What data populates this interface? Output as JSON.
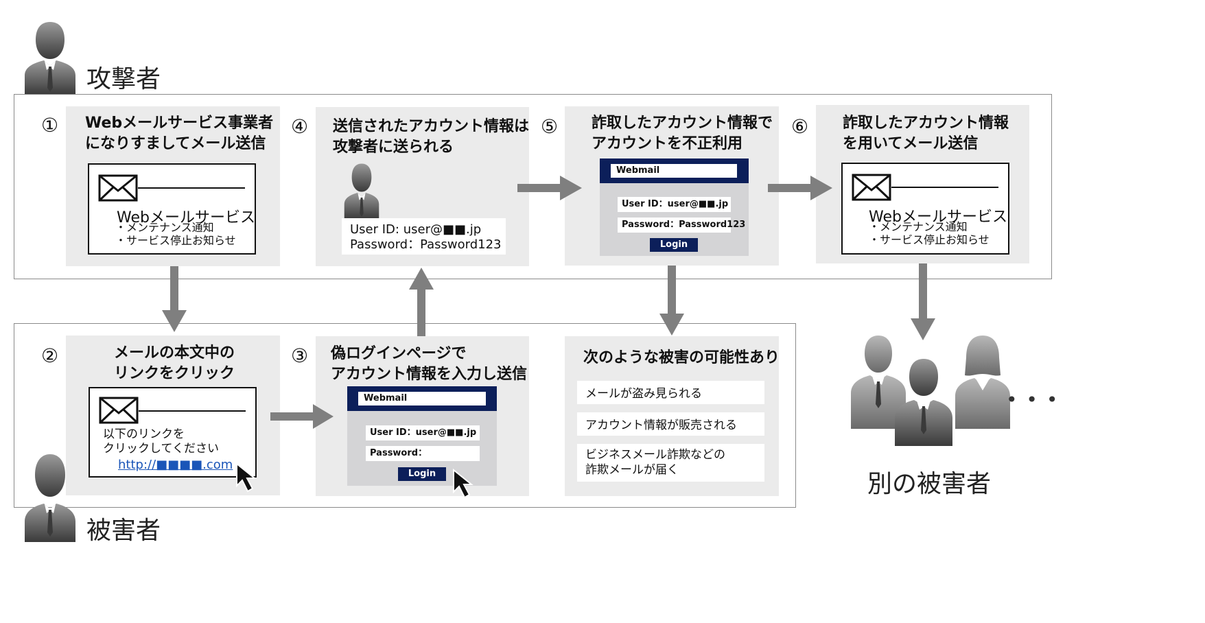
{
  "attacker_label": "攻撃者",
  "victim_label": "被害者",
  "other_victims_label": "別の被害者",
  "ellipsis": "• • •",
  "steps": [
    {
      "num": "①",
      "title_lines": [
        "Webメールサービス事業者",
        "になりすましてメール送信"
      ]
    },
    {
      "num": "②",
      "title_lines": [
        "メールの本文中の",
        "リンクをクリック"
      ]
    },
    {
      "num": "③",
      "title_lines": [
        "偽ログインページで",
        "アカウント情報を入力し送信"
      ]
    },
    {
      "num": "④",
      "title_lines": [
        "送信されたアカウント情報は",
        "攻撃者に送られる"
      ]
    },
    {
      "num": "⑤",
      "title_lines": [
        "詐取したアカウント情報で",
        "アカウントを不正利用"
      ]
    },
    {
      "num": "⑥",
      "title_lines": [
        "詐取したアカウント情報",
        "を用いてメール送信"
      ]
    }
  ],
  "phish_mail": {
    "title": "Webメールサービス",
    "lines": [
      "・メンテナンス通知",
      "・サービス停止お知らせ"
    ]
  },
  "link_mail": {
    "lines": [
      "以下のリンクを",
      "クリックしてください"
    ],
    "link": "http://■■■■.com"
  },
  "fake_login": {
    "title": "Webmail",
    "user_field": "User ID：user@■■.jp",
    "password_field": "Password：",
    "button": "Login"
  },
  "sent_credentials": {
    "user": "User ID: user@■■.jp",
    "password": "Password：Password123"
  },
  "abused_login": {
    "title": "Webmail",
    "user_field": "User ID：user@■■.jp",
    "password_field": "Password：Password123",
    "button": "Login"
  },
  "damage": {
    "title": "次のような被害の可能性あり",
    "items": [
      {
        "lines": [
          "メールが盗み見られる"
        ]
      },
      {
        "lines": [
          "アカウント情報が販売される"
        ]
      },
      {
        "lines": [
          "ビジネスメール詐欺などの",
          "詐欺メールが届く"
        ]
      }
    ]
  },
  "colors": {
    "panel": "#ebebeb",
    "arrow": "#7f7f7f",
    "webmail_header": "#0c1f5a",
    "webmail_body": "#d4d4d6",
    "link": "#1a55b8"
  }
}
